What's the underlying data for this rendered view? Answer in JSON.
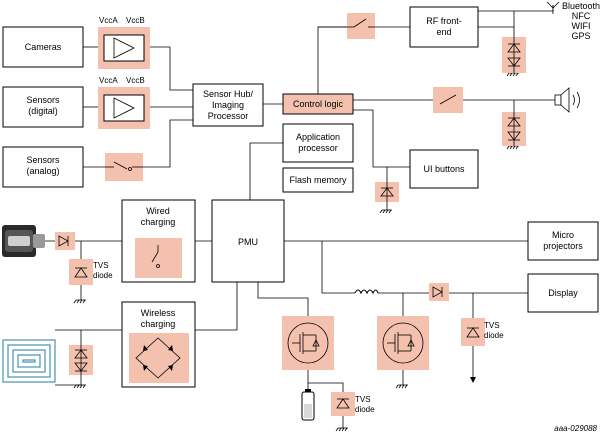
{
  "blocks": {
    "cameras": "Cameras",
    "sensors_digital": [
      "Sensors",
      "(digital)"
    ],
    "sensors_analog": [
      "Sensors",
      "(analog)"
    ],
    "sensor_hub": [
      "Sensor Hub/",
      "Imaging",
      "Processor"
    ],
    "control_logic": "Control logic",
    "app_processor": [
      "Application",
      "processor"
    ],
    "flash_memory": "Flash memory",
    "rf_frontend": [
      "RF front-",
      "end"
    ],
    "ui_buttons": "UI buttons",
    "wired_charging": [
      "Wired",
      "charging"
    ],
    "wireless_charging": [
      "Wireless",
      "charging"
    ],
    "pmu": "PMU",
    "micro_projectors": [
      "Micro",
      "projectors"
    ],
    "display": "Display"
  },
  "supply_labels": {
    "vcca": "VccA",
    "vccb": "VccB"
  },
  "tvs_label": [
    "TVS",
    "diode"
  ],
  "wireless_standards": [
    "Bluetooth",
    "NFC",
    "WIFI",
    "GPS"
  ],
  "figure_ref": "aaa-029088",
  "colors": {
    "highlight": "#f3c1ae",
    "line": "#000000",
    "background": "#ffffff"
  }
}
